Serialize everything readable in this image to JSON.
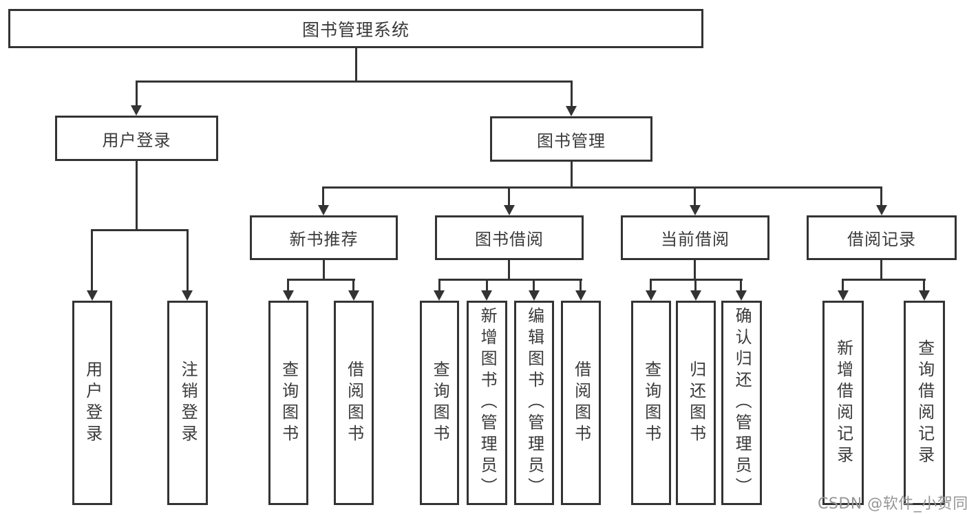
{
  "root": {
    "label": "图书管理系统",
    "children": [
      {
        "label": "用户登录",
        "children": [
          {
            "label": "用户登录"
          },
          {
            "label": "注销登录"
          }
        ]
      },
      {
        "label": "图书管理",
        "children": [
          {
            "label": "新书推荐",
            "children": [
              {
                "label": "查询图书"
              },
              {
                "label": "借阅图书"
              }
            ]
          },
          {
            "label": "图书借阅",
            "children": [
              {
                "label": "查询图书"
              },
              {
                "label": "新增图书（管理员）"
              },
              {
                "label": "编辑图书（管理员）"
              },
              {
                "label": "借阅图书"
              }
            ]
          },
          {
            "label": "当前借阅",
            "children": [
              {
                "label": "查询图书"
              },
              {
                "label": "归还图书"
              },
              {
                "label": "确认归还（管理员）"
              }
            ]
          },
          {
            "label": "借阅记录",
            "children": [
              {
                "label": "新增借阅记录"
              },
              {
                "label": "查询借阅记录"
              }
            ]
          }
        ]
      }
    ]
  },
  "watermark": "CSDN @软件_小贺同学",
  "colors": {
    "line": "#333333",
    "text": "#3a3a3a",
    "watermark": "#969696",
    "background": "#ffffff"
  }
}
